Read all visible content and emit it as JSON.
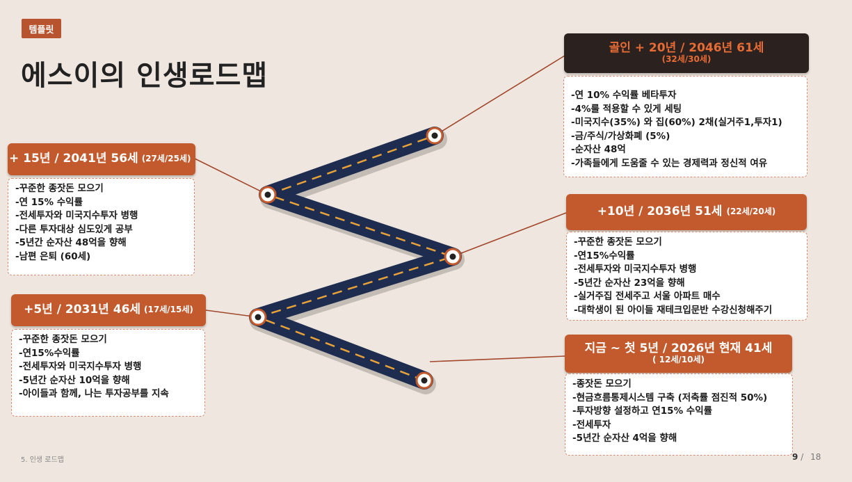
{
  "tag": "템플릿",
  "title": "에스이의 인생로드맵",
  "footer": {
    "section": "5. 인생 로드맵",
    "page_current": "9",
    "page_sep": "/",
    "page_total": "18"
  },
  "milestones": {
    "goal": {
      "title": "골인 + 20년 / 2046년 61세",
      "sub": "(32세/30세)",
      "items": [
        "-연 10% 수익률 베타투자",
        "-4%룰 적용할 수 있게 세팅",
        "-미국지수(35%) 와 집(60%) 2채(실거주1,투자1)",
        "-금/주식/가상화폐 (5%)",
        "-순자산 48억",
        "-가족들에게 도움줄 수 있는 경제력과 정신적 여유"
      ]
    },
    "y15": {
      "title": "+ 15년 / 2041년 56세",
      "sub": "(27세/25세)",
      "items": [
        "-꾸준한 종잣돈 모으기",
        "-연 15% 수익률",
        "-전세투자와 미국지수투자 병행",
        "-다른 투자대상 심도있게 공부",
        "-5년간 순자산 48억을 향해",
        "-남편 은퇴 (60세)"
      ]
    },
    "y10": {
      "title": "+10년 / 2036년 51세",
      "sub": "(22세/20세)",
      "items": [
        "-꾸준한 종잣돈 모으기",
        "-연15%수익률",
        "-전세투자와 미국지수투자 병행",
        "-5년간 순자산 23억을 향해",
        "-실거주집 전세주고 서울 아파트 매수",
        "-대학생이 된 아이들 재테크입문반 수강신청해주기"
      ]
    },
    "y5": {
      "title": "+5년 / 2031년 46세",
      "sub": "(17세/15세)",
      "items": [
        "-꾸준한 종잣돈 모으기",
        "-연15%수익률",
        "-전세투자와 미국지수투자 병행",
        "-5년간 순자산 10억을 향해",
        "-아이들과 함께, 나는 투자공부를 지속"
      ]
    },
    "now": {
      "title": "지금 ~ 첫 5년 / 2026년 현재 41세",
      "sub": "( 12세/10세)",
      "items": [
        "-종잣돈 모으기",
        "-현금흐름통제시스템 구축 (저축률 점진적 50%)",
        "-투자방향 설정하고 연15% 수익률",
        "-전세투자",
        "-5년간 순자산 4억을 향해"
      ]
    }
  },
  "colors": {
    "accent": "#c35a2e",
    "road": "#1e2d4f",
    "background": "#efe7df",
    "dark_header": "#2b221f"
  }
}
